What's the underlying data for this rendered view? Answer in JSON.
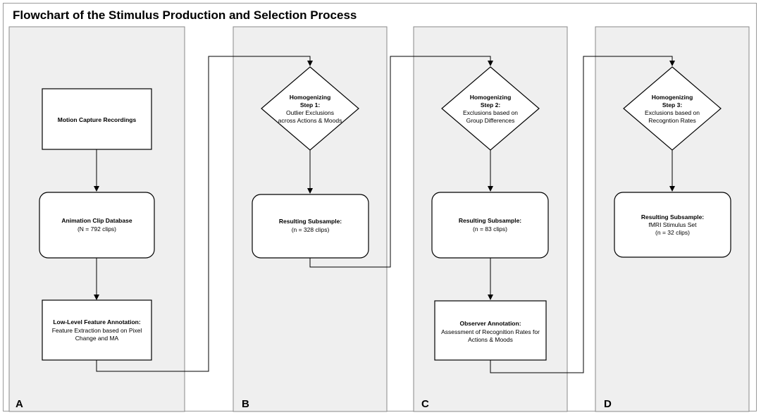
{
  "title": "Flowchart of the Stimulus Production and Selection Process",
  "panels": {
    "a": {
      "label": "A"
    },
    "b": {
      "label": "B"
    },
    "c": {
      "label": "C"
    },
    "d": {
      "label": "D"
    }
  },
  "nodes": {
    "motion_capture": {
      "title": "Motion Capture Recordings"
    },
    "animation_db": {
      "title": "Animation Clip Database",
      "detail": "(N = 792 clips)"
    },
    "low_level": {
      "title": "Low-Level Feature Annotation:",
      "detail1": "Feature Extraction based on Pixel",
      "detail2": "Change and MA"
    },
    "hom1": {
      "line1": "Homogenizing",
      "line2": "Step 1:",
      "line3": "Outlier Exclusions",
      "line4": "across Actions & Moods"
    },
    "sub1": {
      "title": "Resulting Subsample:",
      "detail": "(n = 328 clips)"
    },
    "hom2": {
      "line1": "Homogenizing",
      "line2": "Step 2:",
      "line3": "Exclusions based on",
      "line4": "Group Differences"
    },
    "sub2": {
      "title": "Resulting Subsample:",
      "detail": "(n = 83 clips)"
    },
    "observer": {
      "title": "Observer Annotation:",
      "detail1": "Assessment of Recognition Rates for",
      "detail2": "Actions & Moods"
    },
    "hom3": {
      "line1": "Homogenizing",
      "line2": "Step 3:",
      "line3": "Exclusions based on",
      "line4": "Recogntion Rates"
    },
    "sub3": {
      "title": "Resulting Subsample:",
      "detail1": "fMRI Stimulus Set",
      "detail2": "(n = 32 clips)"
    }
  }
}
